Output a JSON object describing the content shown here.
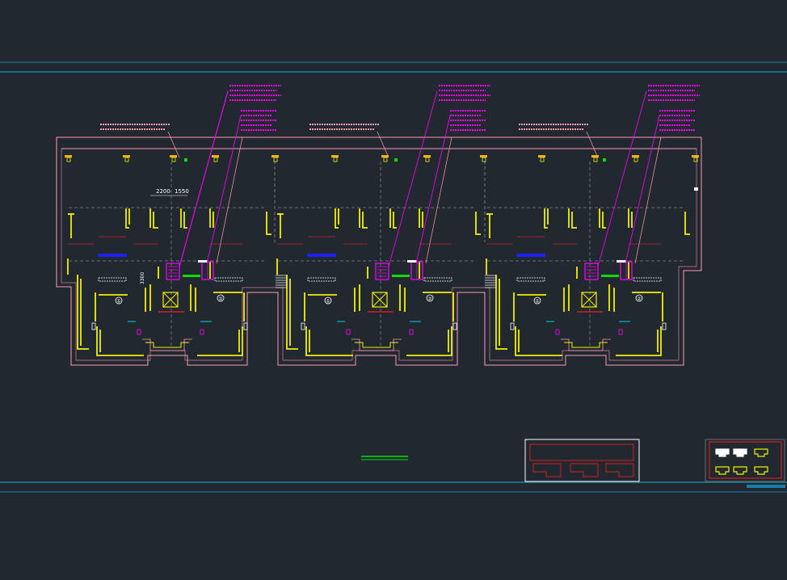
{
  "colors": {
    "background": "#212830",
    "wall": "#f0f000",
    "outline": "#ff9ab4",
    "annotation": "#ff00ff",
    "dimension": "#ffffff",
    "axis": "#d02020",
    "equipment_blue": "#2020ff",
    "equipment_green": "#00e000",
    "dashed": "#b0b0b0",
    "frame": "#1a7fa8",
    "cyan": "#00d0d0",
    "tag": "#ffb000"
  },
  "drawing": {
    "dimensions": [
      "2200",
      "1550"
    ],
    "elevation": "3300",
    "unit_markers": [
      "①",
      "②"
    ],
    "scale_bar_label": ""
  }
}
